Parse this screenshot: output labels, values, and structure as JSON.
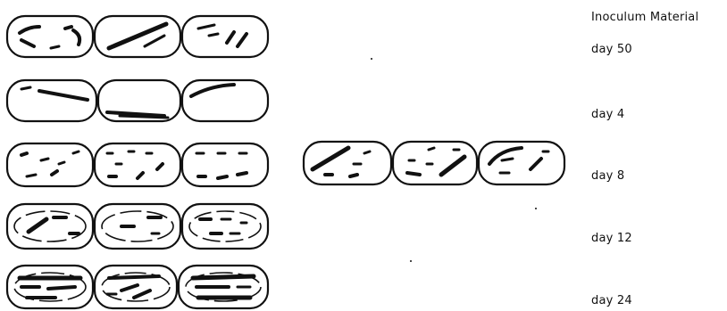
{
  "legend": {
    "title": "Inoculum Material",
    "labels": [
      "day 50",
      "day 4",
      "day 8",
      "day 12",
      "day 24"
    ]
  },
  "rows": [
    {
      "day": "day 50",
      "cells": 3
    },
    {
      "day": "day 4",
      "cells": 3
    },
    {
      "day": "day 8",
      "cells": 3,
      "extra_chain_cells": 3
    },
    {
      "day": "day 12",
      "cells": 3
    },
    {
      "day": "day 24",
      "cells": 3
    }
  ]
}
